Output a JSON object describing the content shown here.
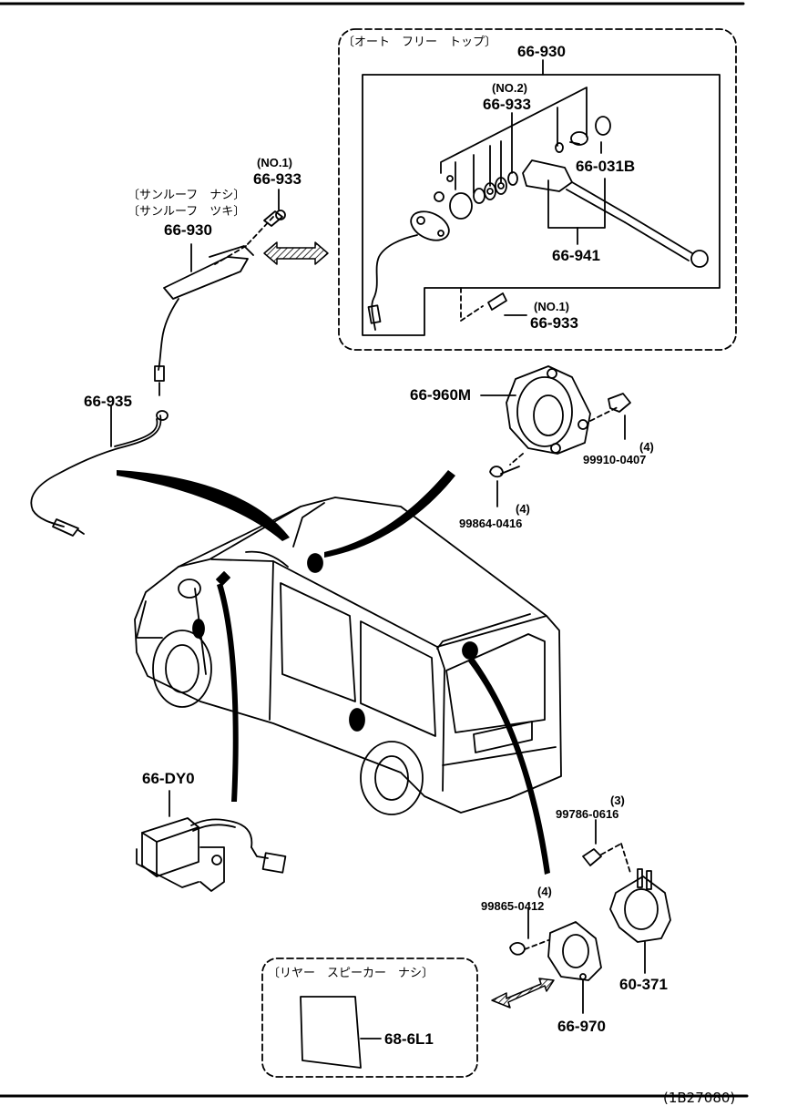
{
  "callouts": {
    "auto_free_top_note": "〔オート　フリー　トップ〕",
    "p66_930_box": "66-930",
    "no2": "(NO.2)",
    "p66_933_box": "66-933",
    "p66_031B": "66-031B",
    "p66_941": "66-941",
    "no1_box": "(NO.1)",
    "p66_933_box_lower": "66-933",
    "no1_left": "(NO.1)",
    "p66_933_left": "66-933",
    "sunroof_none": "〔サンルーフ　ナシ〕",
    "sunroof_with": "〔サンルーフ　ツキ〕",
    "p66_930_left": "66-930",
    "p66_935": "66-935",
    "p66_960M": "66-960M",
    "q4_a": "(4)",
    "p99910_0407": "99910-0407",
    "q4_b": "(4)",
    "p99864_0416": "99864-0416",
    "p66_DY0": "66-DY0",
    "q3": "(3)",
    "p99786_0616": "99786-0616",
    "q4_c": "(4)",
    "p99865_0412": "99865-0412",
    "p60_371": "60-371",
    "p66_970": "66-970",
    "rear_speaker_none": "〔リヤー　スピーカー　ナシ〕",
    "p68_6L1": "68-6L1"
  },
  "figure_id": "(1B27080)",
  "colors": {
    "ink": "#000000",
    "paper": "#ffffff"
  }
}
